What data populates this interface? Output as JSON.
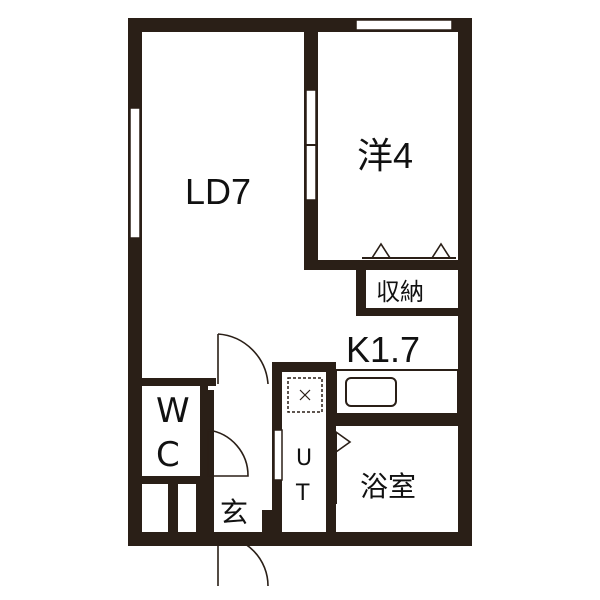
{
  "floor_plan": {
    "rooms": {
      "ld": "LD7",
      "western": "洋4",
      "storage": "収納",
      "kitchen": "K1.7",
      "wc_top": "W",
      "wc_bottom": "C",
      "entrance": "玄",
      "ut_top": "U",
      "ut_bottom": "T",
      "bath": "浴室"
    },
    "colors": {
      "wall": "#2a1f17",
      "background": "#ffffff"
    }
  }
}
